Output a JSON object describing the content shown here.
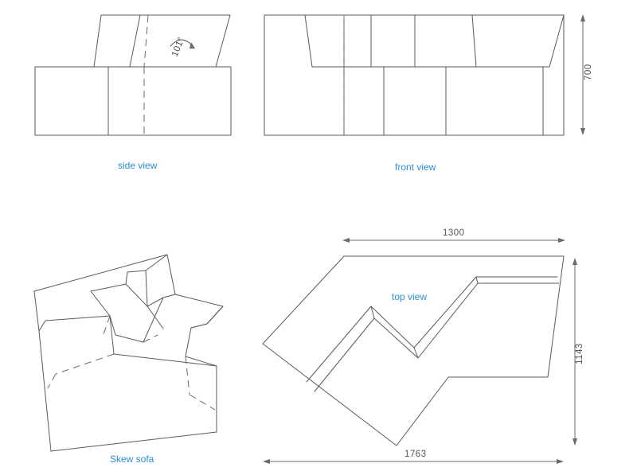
{
  "labels": {
    "side_view": "side view",
    "front_view": "front view",
    "top_view": "top view",
    "skew_sofa": "Skew sofa"
  },
  "dimensions": {
    "height": "700",
    "top_width": "1300",
    "overall_width": "1763",
    "depth": "1143",
    "back_angle": "101°"
  },
  "colors": {
    "caption": "#2a8fd0",
    "line": "#5a5a5a"
  }
}
